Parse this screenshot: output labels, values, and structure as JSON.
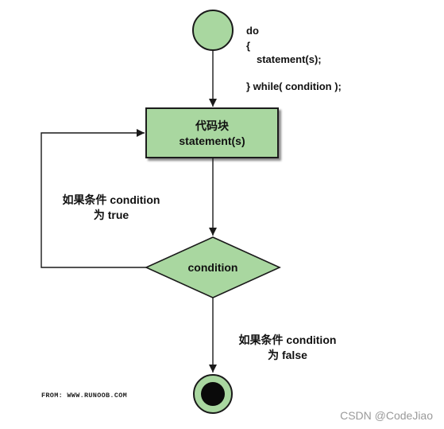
{
  "code_snippet": {
    "line_do": "do",
    "line_open": "{",
    "line_statement": "statement(s);",
    "line_while": "} while( condition );"
  },
  "process_box": {
    "line1": "代码块",
    "line2": "statement(s)"
  },
  "decision": {
    "label": "condition"
  },
  "edge_true": {
    "line1": "如果条件 condition",
    "line2": "为 true"
  },
  "edge_false": {
    "line1": "如果条件 condition",
    "line2": "为 false"
  },
  "source_credit": "FROM: WWW.RUNOOB.COM",
  "watermark": "CSDN @CodeJiao",
  "colors": {
    "node_fill": "#a9d7a0",
    "stroke": "#1a1a1a",
    "background": "#ffffff"
  }
}
